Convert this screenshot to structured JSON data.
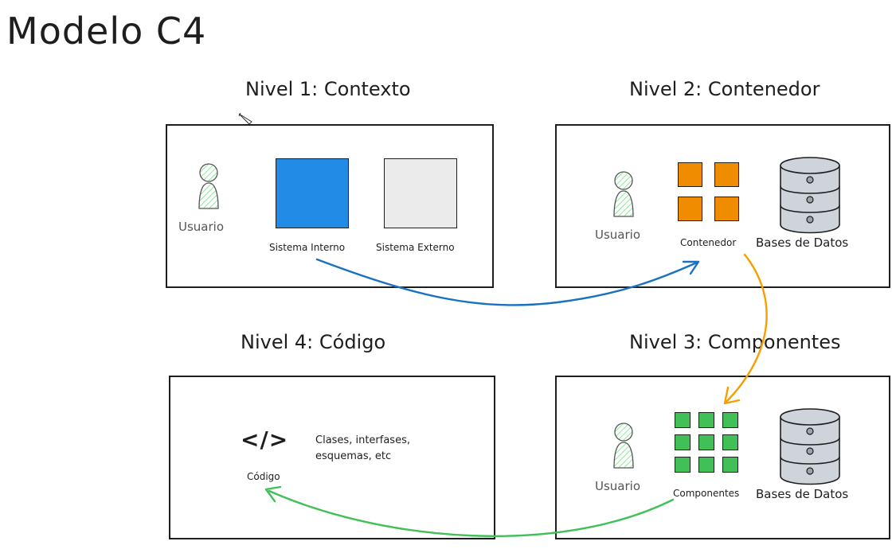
{
  "title": "Modelo C4",
  "levels": {
    "l1": {
      "title": "Nivel 1: Contexto",
      "user_label": "Usuario",
      "internal_label": "Sistema Interno",
      "external_label": "Sistema Externo"
    },
    "l2": {
      "title": "Nivel 2: Contenedor",
      "user_label": "Usuario",
      "container_label": "Contenedor",
      "db_label": "Bases de Datos"
    },
    "l3": {
      "title": "Nivel 3: Componentes",
      "user_label": "Usuario",
      "components_label": "Componentes",
      "db_label": "Bases de Datos"
    },
    "l4": {
      "title": "Nivel 4: Código",
      "code_symbol": "</>",
      "code_label": "Código",
      "desc_line1": "Clases, interfases,",
      "desc_line2": "esquemas, etc"
    }
  },
  "colors": {
    "internal_system": "#228be6",
    "external_system": "#ebebeb",
    "container": "#f08c00",
    "components": "#40c057",
    "database": "#ced4da",
    "user_fill": "#b2f2bb",
    "arrow_l1_l2": "#1971c2",
    "arrow_l2_l3": "#f08c00",
    "arrow_l3_l4": "#40c057"
  }
}
